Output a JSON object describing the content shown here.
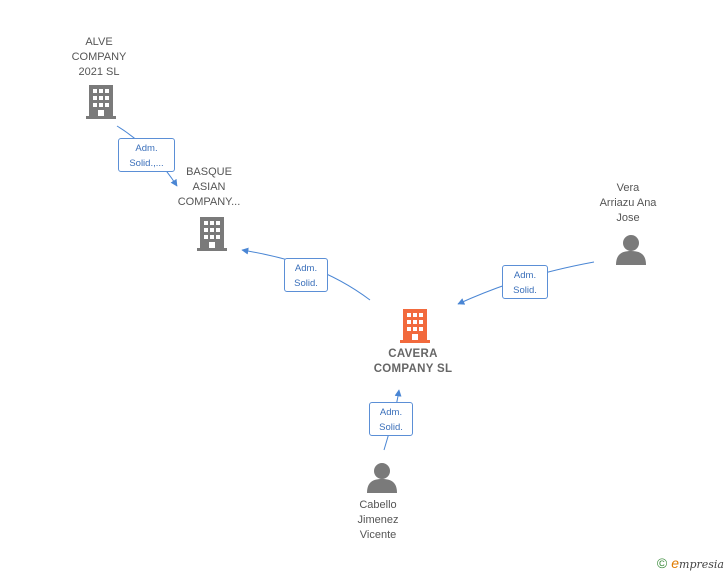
{
  "nodes": {
    "alve": {
      "label": "ALVE\nCOMPANY\n2021  SL",
      "type": "company"
    },
    "basque": {
      "label": "BASQUE\nASIAN\nCOMPANY...",
      "type": "company"
    },
    "cavera": {
      "label": "CAVERA\nCOMPANY  SL",
      "type": "company-main"
    },
    "vera": {
      "label": "Vera\nArriazu Ana\nJose",
      "type": "person"
    },
    "cabello": {
      "label": "Cabello\nJimenez\nVicente",
      "type": "person"
    }
  },
  "edges": {
    "alve_basque": "Adm.\nSolid.,...",
    "basque_cavera": "Adm.\nSolid.",
    "vera_cavera": "Adm.\nSolid.",
    "cabello_cavera": "Adm.\nSolid."
  },
  "colors": {
    "company": "#7a7a7a",
    "main": "#f26a3d",
    "person": "#7a7a7a",
    "edge": "#4a86d4"
  },
  "footer": {
    "copyright": "©",
    "brand_initial": "e",
    "brand_rest": "mpresia"
  }
}
